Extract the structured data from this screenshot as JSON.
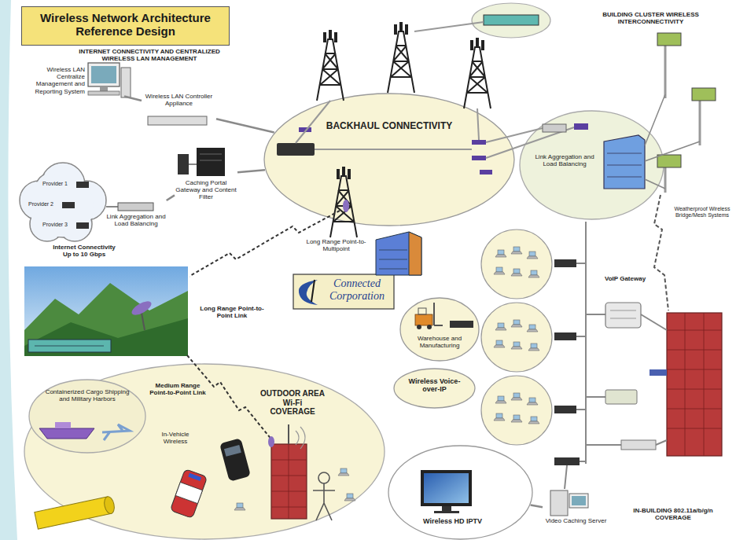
{
  "diagram": {
    "title": "Wireless Network Architecture Reference Design",
    "nodes": [
      {
        "text": [
          "BACKHAUL CONNECTIVITY"
        ]
      },
      {
        "text": [
          "Wireless LAN Centralize Management and Reporting System"
        ]
      },
      {
        "text": [
          "Wireless LAN Controller Appliance"
        ]
      },
      {
        "text": [
          "Caching Portal Gateway and Content Filter"
        ]
      },
      {
        "text": [
          "Link Aggregation and Load Balancing"
        ]
      },
      {
        "text": [
          "Link Aggregation and Load Balancing"
        ]
      },
      {
        "text": [
          "Long Range Point-to-Multipoint"
        ]
      },
      {
        "text": [
          "OUTDOOR AREA Wi-Fi COVERAGE",
          "In-Vehicle Wireless"
        ]
      },
      {
        "text": [
          "Containerized Cargo Shipping and Military Harbors"
        ],
        "in": 7
      },
      {
        "text": [
          "Connected Corporation"
        ]
      },
      {
        "text": [
          "Warehouse and Manufacturing"
        ]
      },
      {
        "text": [
          "Wireless Voice-over-IP"
        ]
      },
      {
        "text": [
          "Wireless HD IPTV"
        ]
      },
      {
        "text": [
          "VoIP Gateway"
        ]
      },
      {
        "text": [
          "Video Caching Server"
        ]
      }
    ],
    "edges": [
      {
        "from": 1,
        "to": 2,
        "arrow": "none"
      },
      {
        "from": 2,
        "to": 0,
        "arrow": "none"
      },
      {
        "from": 3,
        "to": 0,
        "arrow": "none"
      },
      {
        "from": 4,
        "to": 3,
        "arrow": "none"
      },
      {
        "from": 12,
        "to": 14,
        "arrow": "none"
      }
    ],
    "labels": [
      "INTERNET CONNECTIVITY AND CENTRALIZED WIRELESS LAN MANAGEMENT",
      "Internet Connectivity Up to 10 Gbps",
      "BUILDING CLUSTER WIRELESS INTERCONNECTIVITY",
      "Long Range Point-to-Point Link",
      "Medium Range Point-to-Point Link",
      "Weatherproof Wireless Bridge/Mesh Systems",
      "IN-BUILDING 802.11a/b/g/n COVERAGE",
      "Provider 1",
      "Provider 2",
      "Provider 3"
    ]
  }
}
